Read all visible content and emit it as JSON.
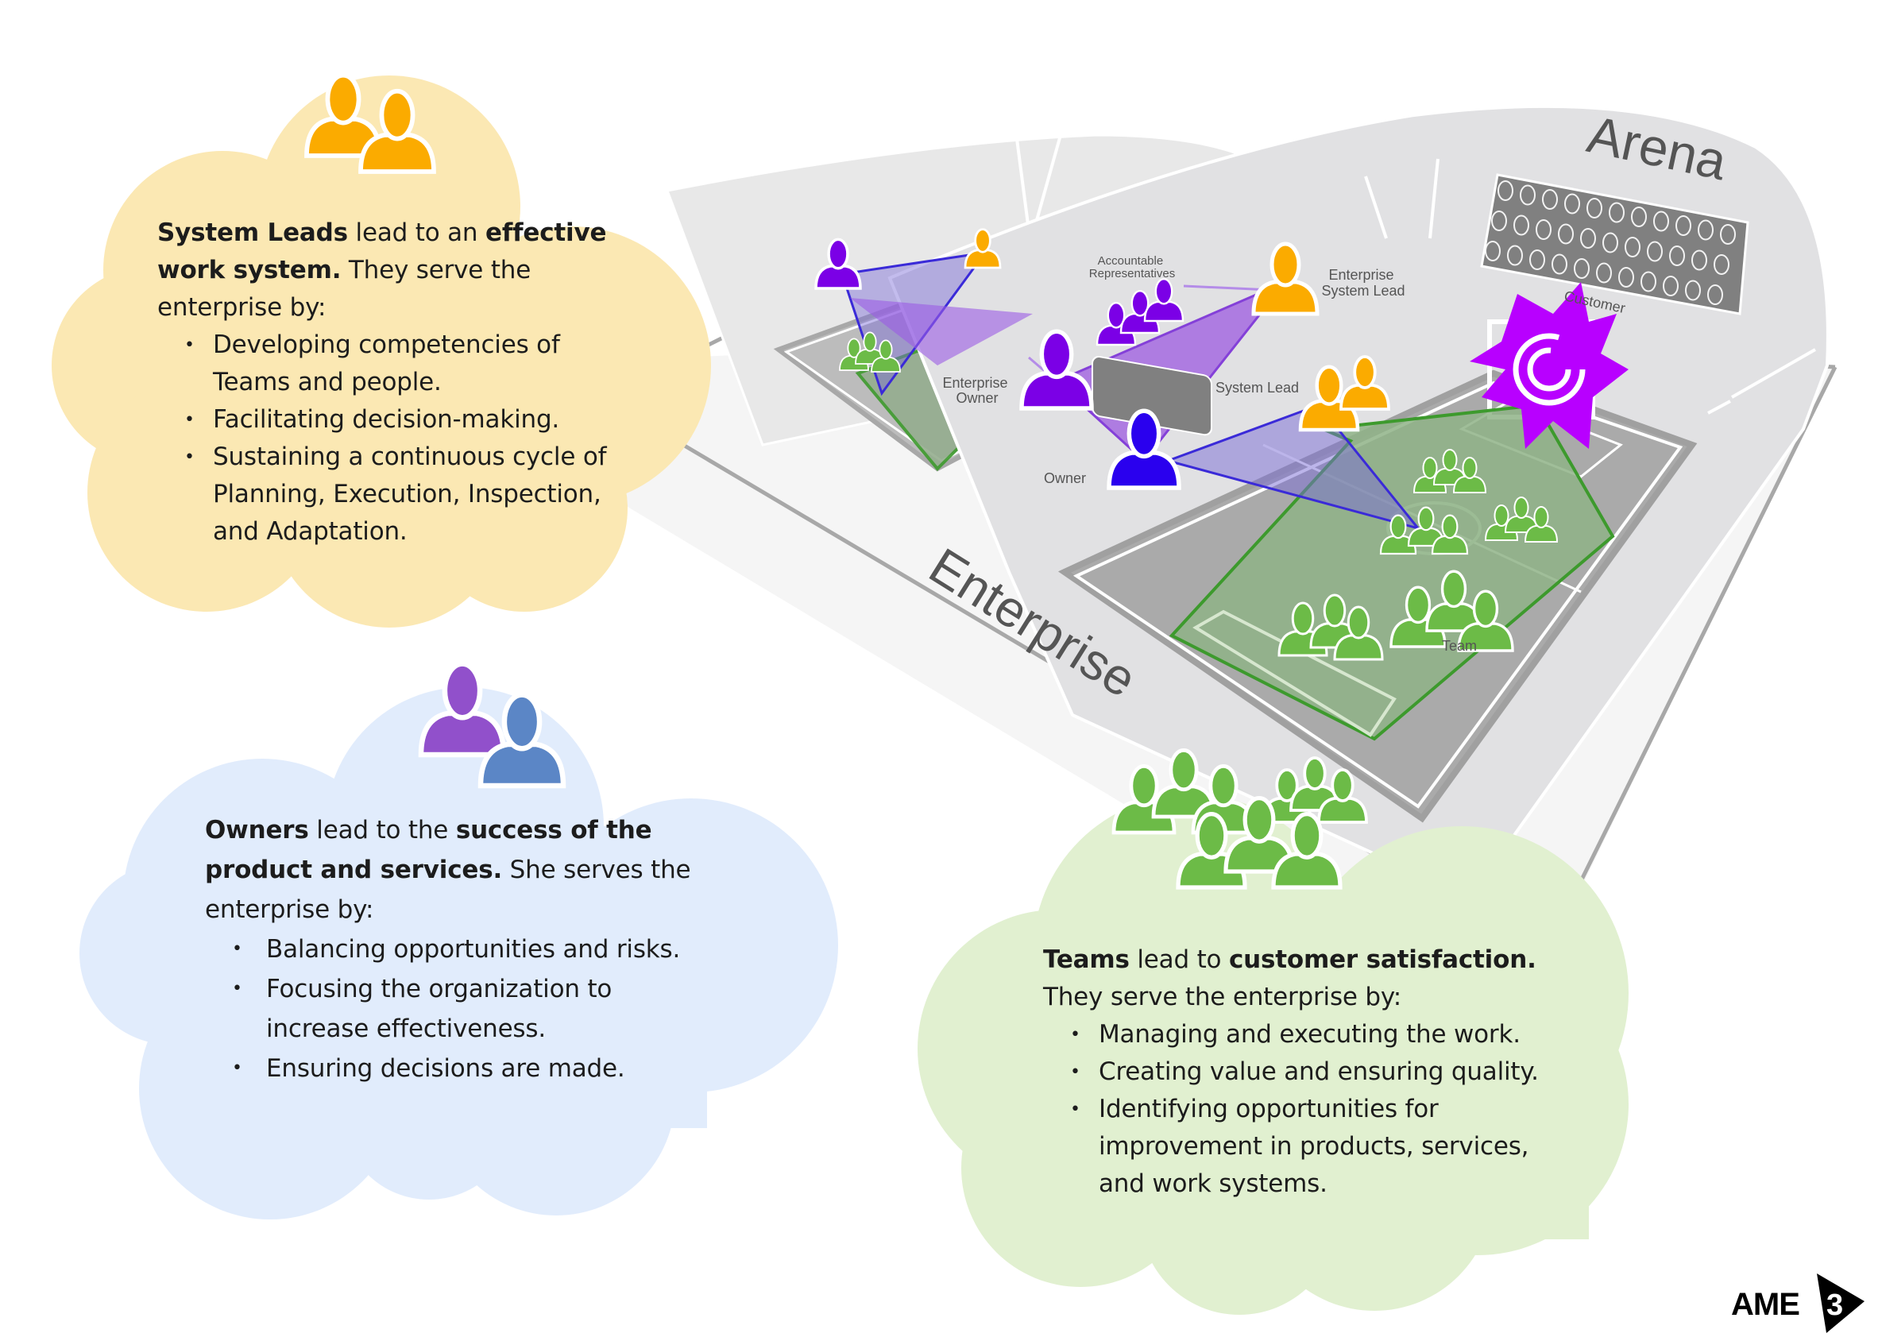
{
  "stadium": {
    "arena_label": "Arena",
    "enterprise_label": "Enterprise",
    "roles": {
      "accountable_representatives": [
        "Accountable",
        "Representatives"
      ],
      "enterprise_system_lead": [
        "Enterprise",
        "System Lead"
      ],
      "enterprise_owner": [
        "Enterprise",
        "Owner"
      ],
      "system_lead": "System Lead",
      "owner": "Owner",
      "customer": "Customer",
      "team": "Team"
    }
  },
  "cards": {
    "system_leads": {
      "icon": "system-lead-pair-icon",
      "color": "#fbe8b3",
      "icon_color": "#fbab00",
      "bold1": "System Leads",
      "text1": " lead to an ",
      "bold2": "effective work system.",
      "text2": " They serve the enterprise by:",
      "bullets": [
        "Developing competencies of Teams and people.",
        "Facilitating decision-making.",
        "Sustaining a continuous cycle of Planning, Execution, Inspection, and Adaptation."
      ]
    },
    "owners": {
      "icon": "owner-pair-icon",
      "color": "#e1ecfc",
      "icon_colors": [
        "#9150cb",
        "#5b86c6"
      ],
      "bold1": "Owners",
      "text1": " lead to the ",
      "bold2": "success of the product and services.",
      "text2": " She serves the enterprise by:",
      "bullets": [
        "Balancing opportunities and risks.",
        "Focusing the organization to increase effectiveness.",
        "Ensuring decisions are made."
      ]
    },
    "teams": {
      "icon": "team-group-icon",
      "color": "#e1f0d0",
      "icon_color": "#6cbb47",
      "bold1": "Teams",
      "text1": " lead to ",
      "bold2": "customer satisfaction.",
      "text2": " They serve the enterprise by:",
      "bullets": [
        "Managing and executing the work.",
        "Creating value and ensuring quality.",
        "Identifying opportunities for improvement in products, services, and work systems."
      ]
    }
  },
  "logo": {
    "text": "AME",
    "mark": "3"
  },
  "colors": {
    "purple": "#7b00e6",
    "blue": "#2a00ee",
    "orange": "#fbab00",
    "green": "#6cbb47",
    "magenta": "#b800ff",
    "crowd": "#7f7f7f"
  }
}
